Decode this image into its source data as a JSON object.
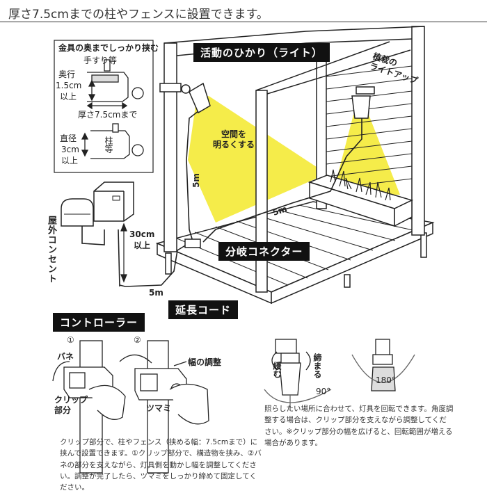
{
  "header": {
    "title": "厚さ7.5cmまでの柱やフェンスに設置できます。"
  },
  "inset": {
    "title": "金具の奥までしっかり挟む",
    "handrail": "手すり等",
    "depth_label": "奥行",
    "depth_value": "1.5cm",
    "depth_suffix": "以上",
    "thickness": "厚さ7.5cmまで",
    "diameter_label": "直径",
    "diameter_value": "3cm",
    "diameter_suffix": "以上",
    "pillar": "柱等"
  },
  "labels": {
    "light": "活動のひかり（ライト）",
    "lightup": "植栽の\nライトアップ",
    "space": "空間を\n明るくする",
    "len_vertical": "5m",
    "len_horizontal": "5m",
    "len_bottom": "5m",
    "outlet": "屋外コンセント",
    "height_value": "30cm",
    "height_suffix": "以上",
    "connector": "分岐コネクター",
    "extension": "延長コード",
    "controller": "コントローラー"
  },
  "steps": {
    "step1_marker": "①",
    "step2_marker": "②",
    "spring": "バネ",
    "clip": "クリップ\n部分",
    "width_adjust": "幅の調整",
    "knob": "ツマミ"
  },
  "rotation": {
    "loosen": "緩む",
    "tighten": "締まる",
    "angle_90": "90°",
    "angle_180": "180°"
  },
  "captions": {
    "left": "クリップ部分で、柱やフェンス（挟める幅：7.5cmまで）に挟んで設置できます。①クリップ部分で、構造物を挟み、②バネの部分を支えながら、灯具側を動かし幅を調整してください。調整が完了したら、ツマミをしっかり締めて固定してください。",
    "right": "照らしたい場所に合わせて、灯具を回転できます。角度調整する場合は、クリップ部分を支えながら調整してください。※クリップ部分の幅を広げると、回転範囲が増える場合があります。"
  }
}
